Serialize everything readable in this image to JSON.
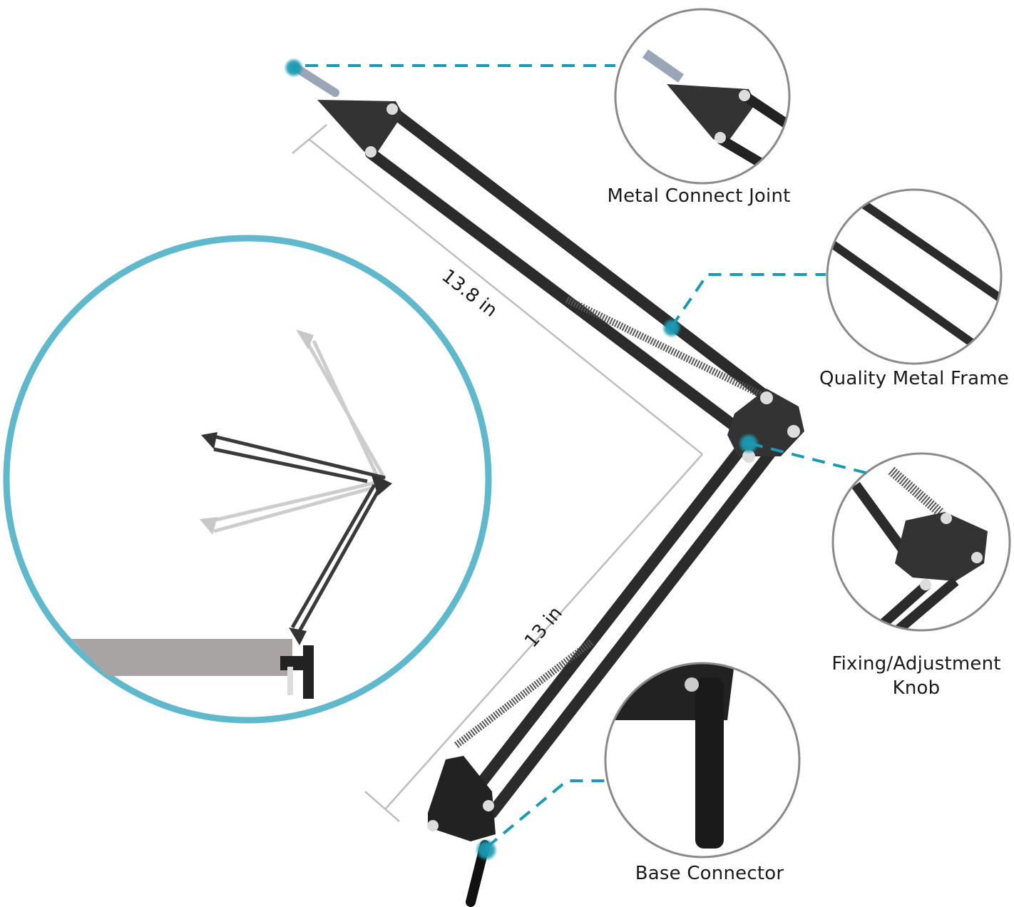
{
  "colors": {
    "accent_teal": "#1b9ab3",
    "circle_teal": "#5fb8cc",
    "callout_border": "#8a8a8a",
    "arm_dark": "#2b2b2b",
    "dimension_line": "#bdbdbd",
    "desk_gray": "#a8a4a4"
  },
  "callouts": [
    {
      "id": "metal-connect-joint",
      "label": "Metal Connect Joint"
    },
    {
      "id": "quality-metal-frame",
      "label": "Quality Metal Frame"
    },
    {
      "id": "fixing-adjustment-knob",
      "label_line1": "Fixing/Adjustment",
      "label_line2": "Knob"
    },
    {
      "id": "base-connector",
      "label": "Base Connector"
    }
  ],
  "dimensions": {
    "upper_arm": "13.8 in",
    "lower_arm": "13 in"
  },
  "inset": {
    "description": "arm-range-of-motion"
  }
}
